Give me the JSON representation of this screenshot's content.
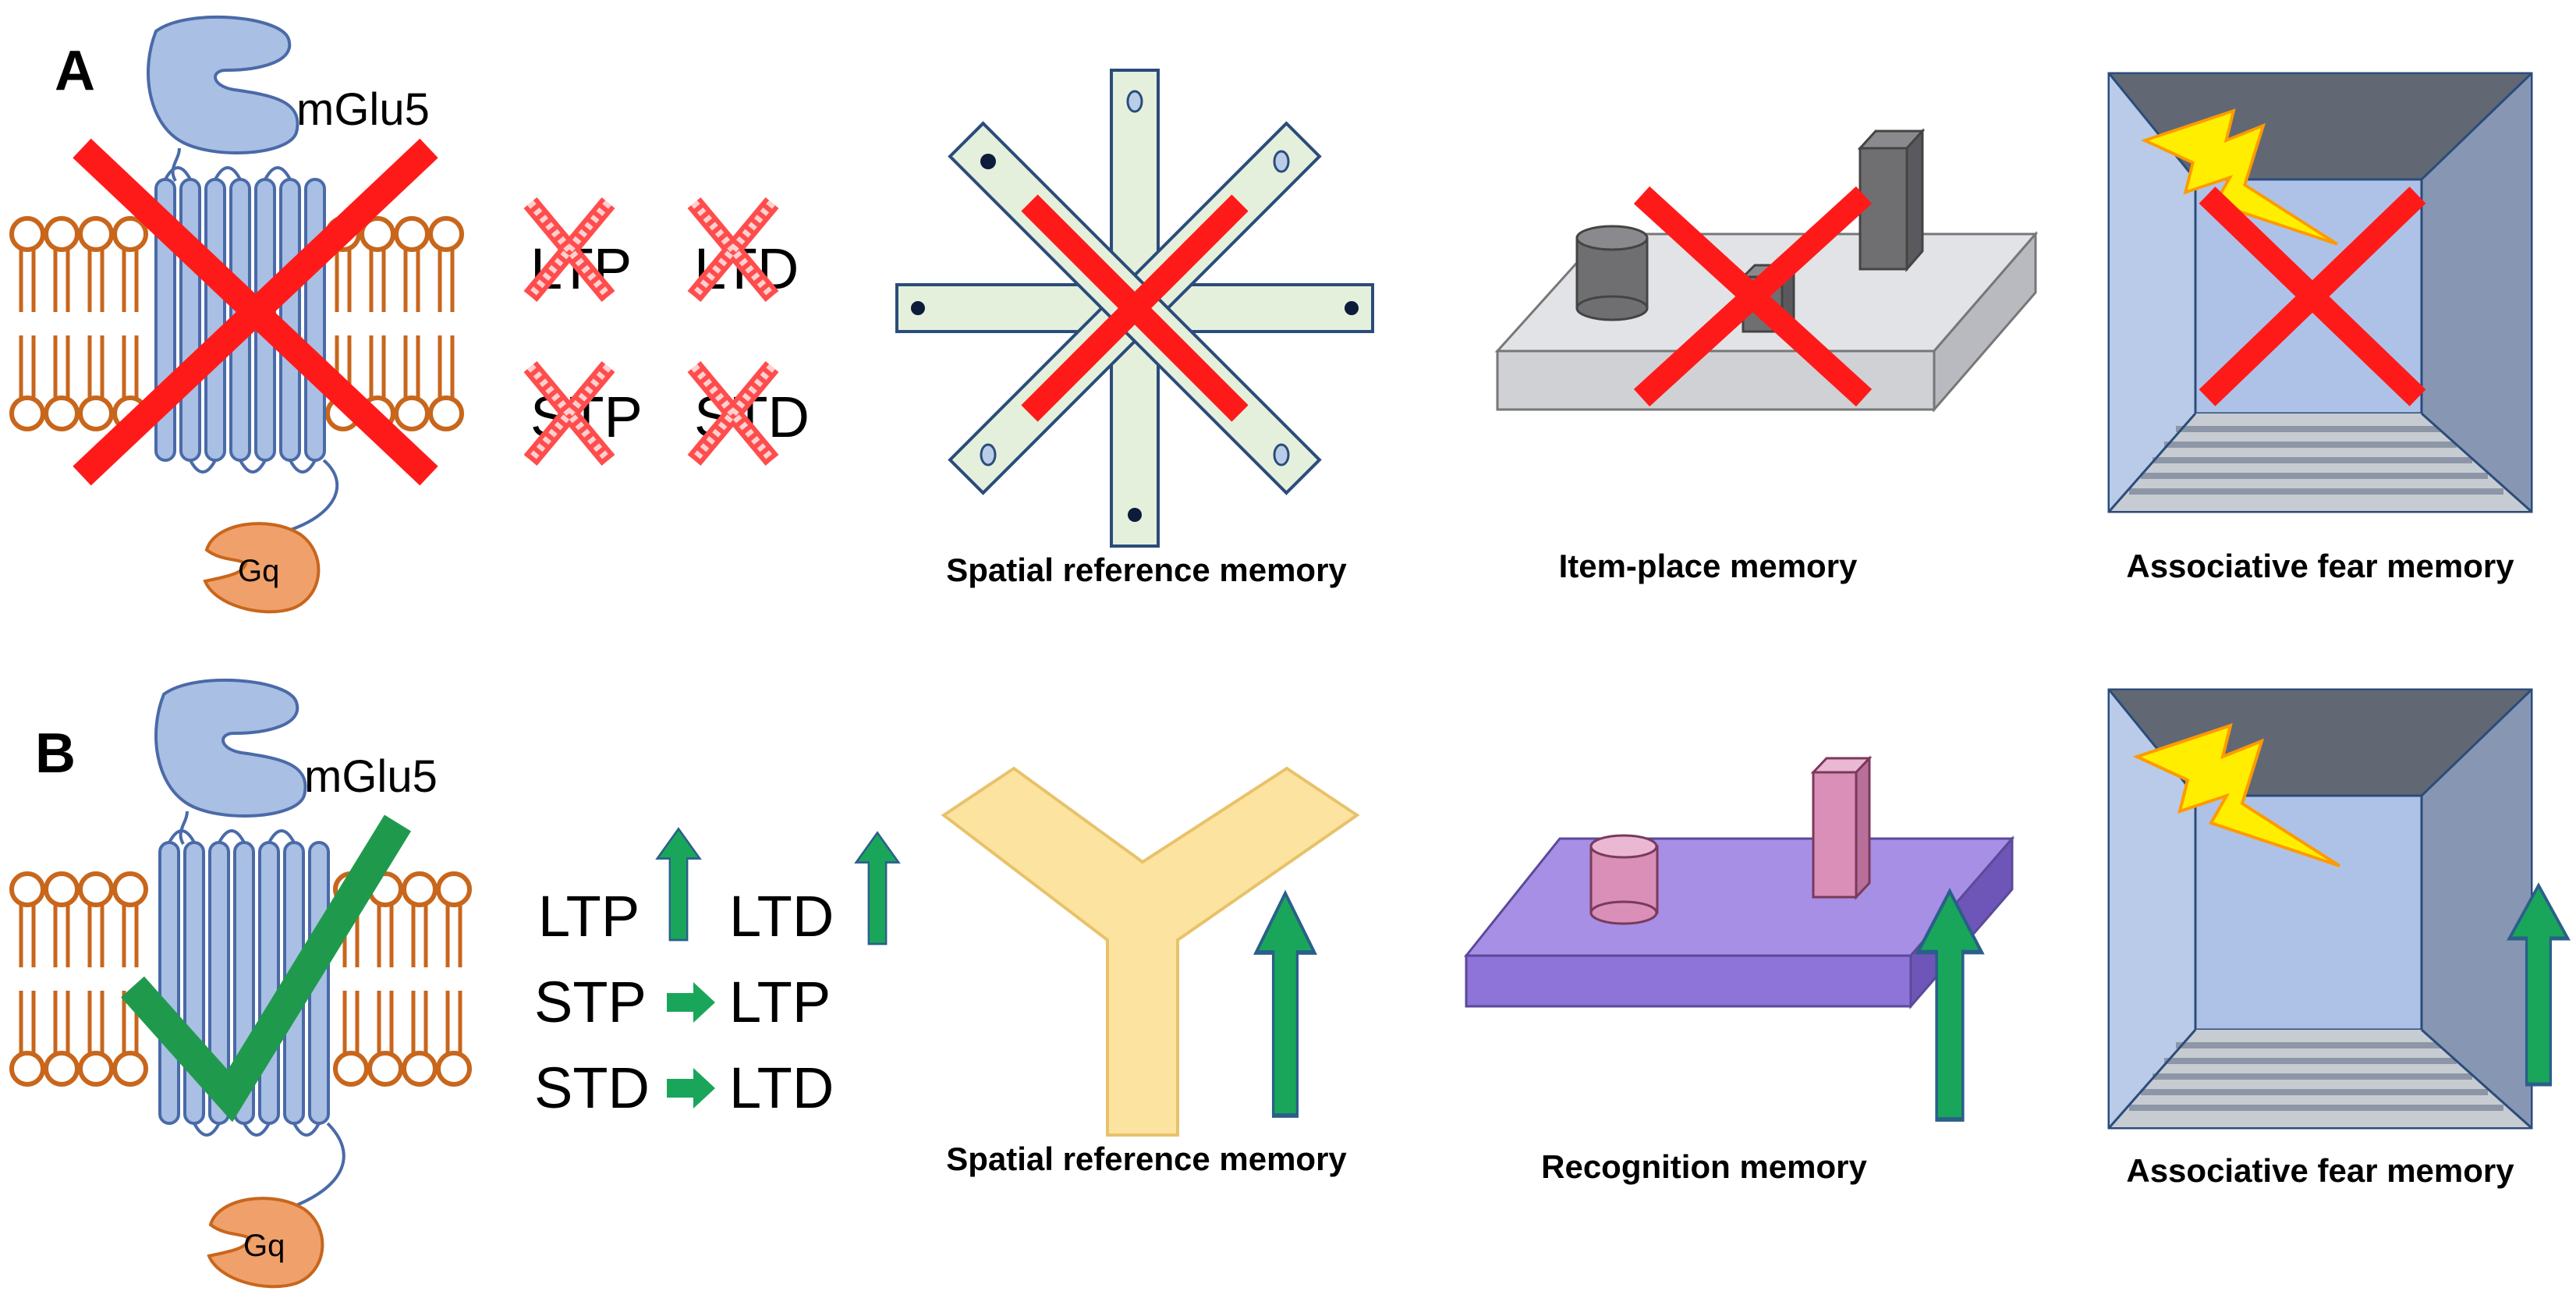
{
  "panels": [
    {
      "label": "A",
      "receptor_label": "mGlu5",
      "gprotein_label": "Gq",
      "plasticity": [
        "LTP",
        "LTD",
        "STP",
        "STD"
      ],
      "captions": [
        "Spatial reference memory",
        "Item-place memory",
        "Associative fear memory"
      ]
    },
    {
      "label": "B",
      "receptor_label": "mGlu5",
      "gprotein_label": "Gq",
      "plasticity": [
        "LTP",
        "LTD",
        "STP",
        "LTP",
        "STD",
        "LTD"
      ],
      "captions": [
        "Spatial reference memory",
        "Recognition memory",
        "Associative fear memory"
      ]
    }
  ],
  "colors": {
    "membrane": "#c8661c",
    "receptor_fill": "#a9bfe3",
    "receptor_stroke": "#4a6aa8",
    "gq_fill": "#f0a06a",
    "cross": "#ff1a1a",
    "check": "#1f9a4c",
    "arrow": "#1aa65a",
    "radial_maze": "#e4f0dc",
    "y_maze": "#fde3a0",
    "gray_platform": "#d0d2d6",
    "purple_platform": "#9a86e0",
    "fear_box_side": "#8fa6cc",
    "fear_box_inner": "#aec2e8",
    "lightning": "#ffee00"
  },
  "icons": [
    "membrane-bilayer",
    "receptor-7tm",
    "gq-protein",
    "red-cross",
    "green-check",
    "up-arrow",
    "right-arrow",
    "radial-arm-maze",
    "y-maze",
    "object-platform",
    "fear-conditioning-box",
    "lightning-bolt"
  ]
}
